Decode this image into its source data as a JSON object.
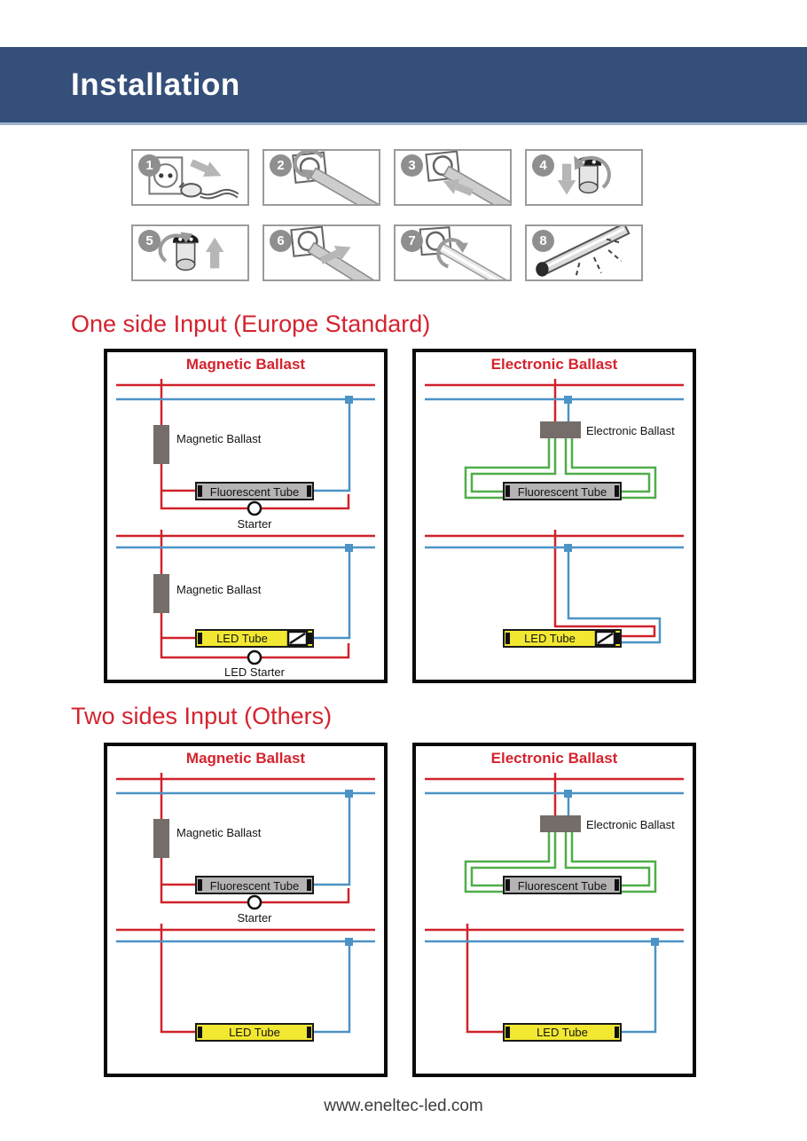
{
  "header": {
    "title": "Installation"
  },
  "steps": [
    {
      "number": "1",
      "icon": "unplug-power-icon"
    },
    {
      "number": "2",
      "icon": "rotate-old-tube-icon"
    },
    {
      "number": "3",
      "icon": "remove-old-tube-icon"
    },
    {
      "number": "4",
      "icon": "remove-starter-icon"
    },
    {
      "number": "5",
      "icon": "install-led-starter-icon"
    },
    {
      "number": "6",
      "icon": "insert-led-tube-icon"
    },
    {
      "number": "7",
      "icon": "rotate-led-tube-icon"
    },
    {
      "number": "8",
      "icon": "tube-lit-icon"
    }
  ],
  "sections": [
    {
      "title": "One side Input (Europe Standard)",
      "panels": [
        {
          "title": "Magnetic Ballast",
          "top": {
            "component_label": "Magnetic Ballast",
            "tube_label": "Fluorescent Tube",
            "starter_label": "Starter"
          },
          "bottom": {
            "component_label": "Magnetic Ballast",
            "tube_label": "LED Tube",
            "starter_label": "LED Starter"
          }
        },
        {
          "title": "Electronic Ballast",
          "top": {
            "component_label": "Electronic Ballast",
            "tube_label": "Fluorescent Tube"
          },
          "bottom": {
            "tube_label": "LED Tube"
          }
        }
      ]
    },
    {
      "title": "Two sides Input (Others)",
      "panels": [
        {
          "title": "Magnetic Ballast",
          "top": {
            "component_label": "Magnetic Ballast",
            "tube_label": "Fluorescent Tube",
            "starter_label": "Starter"
          },
          "bottom": {
            "tube_label": "LED Tube"
          }
        },
        {
          "title": "Electronic Ballast",
          "top": {
            "component_label": "Electronic Ballast",
            "tube_label": "Fluorescent Tube"
          },
          "bottom": {
            "tube_label": "LED Tube"
          }
        }
      ]
    }
  ],
  "footer": {
    "website": "www.eneltec-led.com"
  },
  "colors": {
    "banner_blue": "#344f7a",
    "heading_red": "#d4232e",
    "live_wire_red": "#d0222b",
    "neutral_wire_blue": "#4c93c6",
    "ballast_output_green": "#4fae49",
    "led_tube_yellow": "#f2e832",
    "component_gray": "#746d69",
    "fluorescent_tube_gray": "#b5b3b4"
  }
}
